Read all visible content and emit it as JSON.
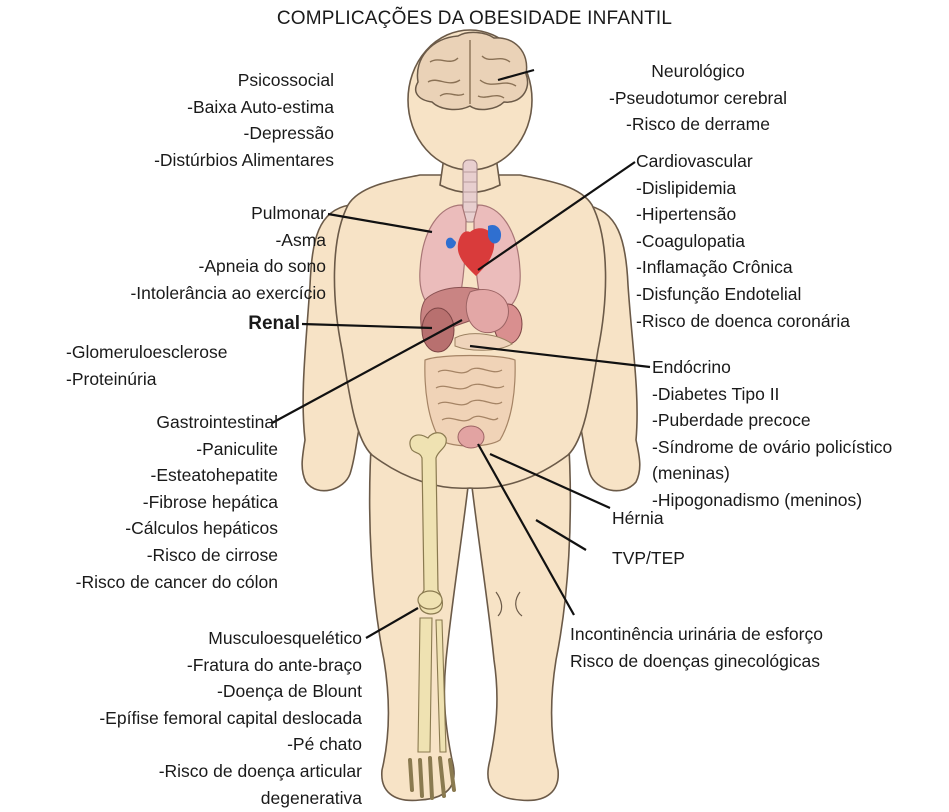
{
  "title": "COMPLICAÇÕES DA OBESIDADE INFANTIL",
  "colors": {
    "skin": "#f7e3c6",
    "skin_outline": "#6b5a48",
    "bone": "#efe2b2",
    "organ": "#d99a98",
    "organ_dark": "#b9706f",
    "heart_red": "#d93b3b",
    "heart_blue": "#2f6fd0",
    "leader_line": "#111111"
  },
  "groups": {
    "psicossocial": {
      "heading": "Psicossocial",
      "items": [
        "-Baixa Auto-estima",
        "-Depressão",
        "-Distúrbios Alimentares"
      ]
    },
    "pulmonar": {
      "heading": "Pulmonar",
      "items": [
        "-Asma",
        "-Apneia do sono",
        "-Intolerância ao exercício"
      ]
    },
    "renal": {
      "heading": "Renal",
      "items": [
        "-Glomeruloesclerose",
        "-Proteinúria"
      ]
    },
    "gastrointestinal": {
      "heading": "Gastrointestinal",
      "items": [
        "-Paniculite",
        "-Esteatohepatite",
        "-Fibrose hepática",
        "-Cálculos hepáticos",
        "-Risco de cirrose",
        "-Risco de cancer do cólon"
      ]
    },
    "musculoesqueletico": {
      "heading": "Musculoesquelético",
      "items": [
        "-Fratura do ante-braço",
        "-Doença de Blount",
        "-Epífise femoral capital deslocada",
        "-Pé chato",
        "-Risco de doença articular",
        "degenerativa"
      ]
    },
    "neurologico": {
      "heading": "Neurológico",
      "items": [
        "-Pseudotumor cerebral",
        "-Risco de derrame"
      ]
    },
    "cardiovascular": {
      "heading": "Cardiovascular",
      "items": [
        "-Dislipidemia",
        "-Hipertensão",
        "-Coagulopatia",
        "-Inflamação Crônica",
        "-Disfunção Endotelial",
        "-Risco de doenca coronária"
      ]
    },
    "endocrino": {
      "heading": "Endócrino",
      "items": [
        "-Diabetes Tipo II",
        "-Puberdade precoce",
        "-Síndrome de ovário policístico",
        "(meninas)",
        "-Hipogonadismo (meninos)"
      ]
    },
    "hernia": {
      "heading": "Hérnia"
    },
    "tvp": {
      "heading": "TVP/TEP"
    },
    "incontinencia": {
      "lines": [
        "Incontinência urinária de esforço",
        "Risco de doenças ginecológicas"
      ]
    }
  }
}
